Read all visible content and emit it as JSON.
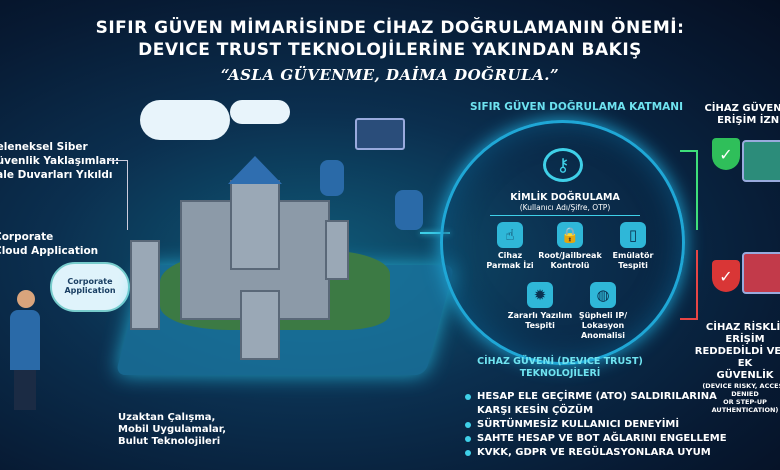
{
  "header": {
    "title_line1": "SIFIR GÜVEN MİMARİSİNDE CİHAZ DOĞRULAMANIN ÖNEMİ:",
    "title_line2": "DEVICE TRUST TEKNOLOJİLERİNE YAKINDAN BAKIŞ",
    "quote": "“ASLA GÜVENME, DAİMA DOĞRULA.”"
  },
  "left": {
    "traditional": [
      "Geleneksel Siber",
      "Güvenlik Yaklaşımları:",
      "Kale Duvarları Yıkıldı"
    ],
    "corporate": [
      "Corporate",
      "Cloud Application"
    ],
    "cloud_label": "Corporate Application",
    "remote": [
      "Uzaktan Çalışma,",
      "Mobil Uygulamalar,",
      "Bulut Teknolojileri"
    ]
  },
  "layer": {
    "title": "SIFIR GÜVEN DOĞRULAMA KATMANI",
    "identity_title": "KİMLİK DOĞRULAMA",
    "identity_sub": "(Kullanıcı Adı/Şifre, OTP)",
    "features": [
      {
        "l1": "Cihaz",
        "l2": "Parmak İzi",
        "icon": "☝"
      },
      {
        "l1": "Root/Jailbreak",
        "l2": "Kontrolü",
        "icon": "🔒"
      },
      {
        "l1": "Emülatör",
        "l2": "Tespiti",
        "icon": "▯"
      },
      {
        "l1": "Zararlı Yazılım",
        "l2": "Tespiti",
        "icon": "✹"
      },
      {
        "l1": "Şüpheli IP/",
        "l2": "Lokasyon Anomalisi",
        "icon": "◍"
      }
    ]
  },
  "trust": {
    "title1": "CİHAZ GÜVENİ (DEVICE TRUST)",
    "title2": "TEKNOLOJİLERİ",
    "bullets": [
      "HESAP ELE GEÇİRME (ATO) SALDIRILARINA",
      "KARŞI KESİN ÇÖZÜM",
      "SÜRTÜNMESİZ KULLANICI DENEYİMİ",
      "SAHTE HESAP VE BOT AĞLARINI ENGELLEME",
      "KVKK, GDPR VE REGÜLASYONLARA UYUM"
    ]
  },
  "right": {
    "ok1": "CİHAZ GÜVENLİ,",
    "ok2": "ERİŞİM İZNİ",
    "risk1": "CİHAZ RİSKLİ, ERİŞİM",
    "risk2": "REDDEDİLDİ VEYA EK",
    "risk3": "GÜVENLİK",
    "risk4": "(DEVICE RISKY, ACCESS DENIED",
    "risk5": "OR STEP-UP AUTHENTICATION)"
  }
}
